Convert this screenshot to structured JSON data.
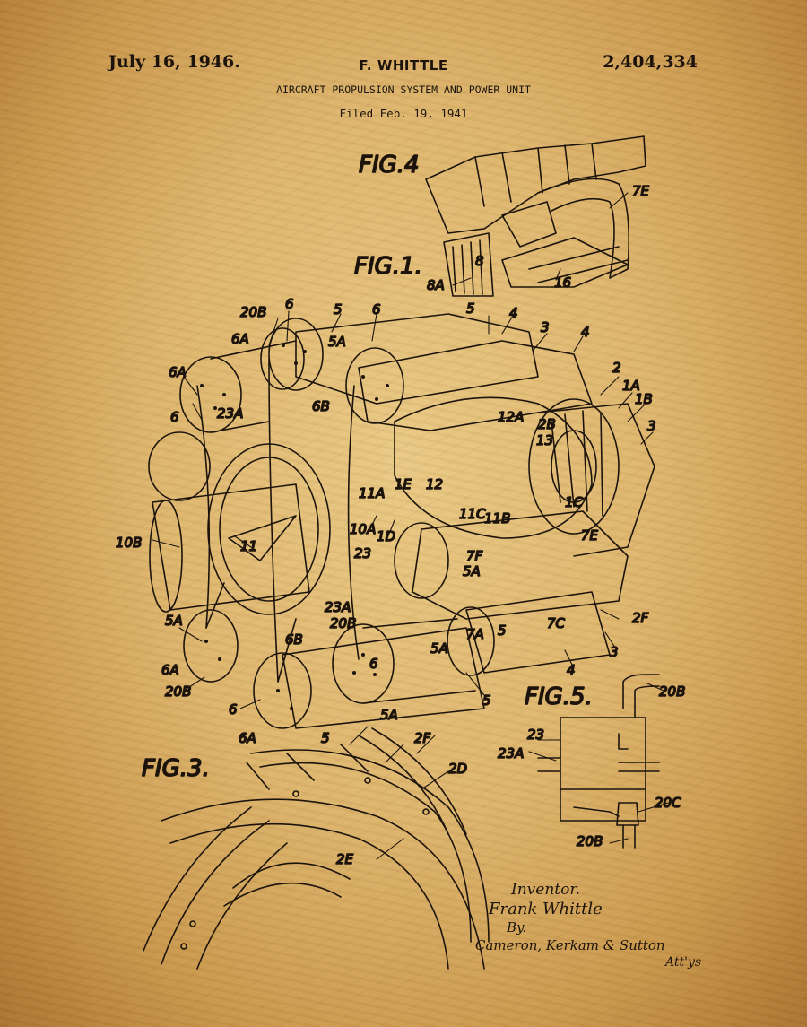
{
  "header": {
    "date": "July 16, 1946.",
    "inventor": "F. WHITTLE",
    "patent_number": "2,404,334",
    "title": "AIRCRAFT PROPULSION SYSTEM AND POWER UNIT",
    "filed": "Filed Feb. 19, 1941"
  },
  "figures": {
    "fig4": "FIG.4",
    "fig1": "FIG.1.",
    "fig3": "FIG.3.",
    "fig5": "FIG.5."
  },
  "references": {
    "r7e": "7E",
    "r8": "8",
    "r8a": "8A",
    "r16": "16",
    "r20b": "20B",
    "r6": "6",
    "r5": "5",
    "r4": "4",
    "r3": "3",
    "r6a": "6A",
    "r5a": "5A",
    "r2": "2",
    "r1a": "1A",
    "r1b": "1B",
    "r12a": "12A",
    "r2b": "2B",
    "r13": "13",
    "r23a": "23A",
    "r6b": "6B",
    "r10b": "10B",
    "r11": "11",
    "r11a": "11A",
    "r1e": "1E",
    "r12": "12",
    "r10a": "10A",
    "r1d": "1D",
    "r11c": "11C",
    "r11b": "11B",
    "r1c": "1C",
    "r7f": "7F",
    "r23": "23",
    "r7a": "7A",
    "r7c": "7C",
    "r2f": "2F",
    "r2d": "2D",
    "r2e": "2E",
    "r20c": "20C"
  },
  "signature": {
    "label": "Inventor.",
    "name": "Frank Whittle",
    "by": "By.",
    "attorneys": "Cameron, Kerkam & Sutton",
    "atty": "Att'ys"
  }
}
